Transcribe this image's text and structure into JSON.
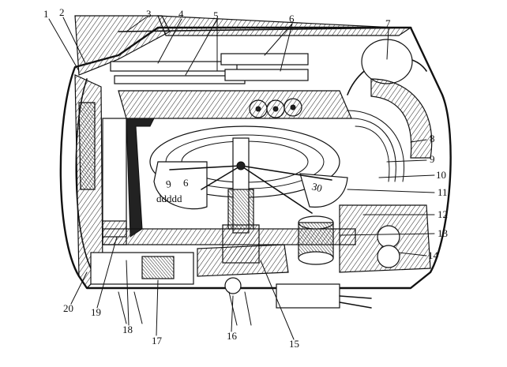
{
  "diagram": {
    "callouts": [
      {
        "label": "1"
      },
      {
        "label": "2"
      },
      {
        "label": "3"
      },
      {
        "label": "4"
      },
      {
        "label": "5"
      },
      {
        "label": "6"
      },
      {
        "label": "7"
      },
      {
        "label": "8"
      },
      {
        "label": "9"
      },
      {
        "label": "10"
      },
      {
        "label": "11"
      },
      {
        "label": "12"
      },
      {
        "label": "13"
      },
      {
        "label": "14"
      },
      {
        "label": "15"
      },
      {
        "label": "16"
      },
      {
        "label": "17"
      },
      {
        "label": "18"
      },
      {
        "label": "19"
      },
      {
        "label": "20"
      }
    ],
    "drum_markings": {
      "digit_a": "9",
      "digit_b": "6",
      "digit_c": "30",
      "scale_text": "ddddd"
    }
  }
}
